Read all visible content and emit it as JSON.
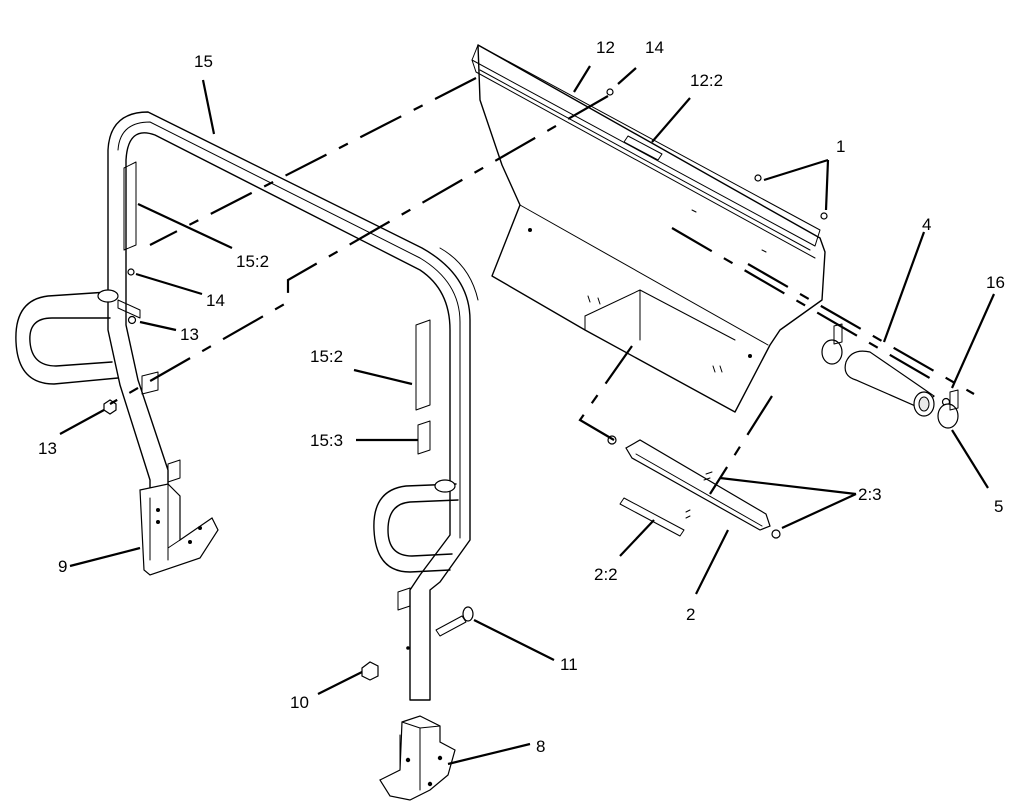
{
  "diagram": {
    "callouts": {
      "c1": "1",
      "c2": "2",
      "c2_2": "2:2",
      "c2_3": "2:3",
      "c4": "4",
      "c5": "5",
      "c8": "8",
      "c9": "9",
      "c10": "10",
      "c11": "11",
      "c12": "12",
      "c12_2": "12:2",
      "c13a": "13",
      "c13b": "13",
      "c14a": "14",
      "c14b": "14",
      "c15": "15",
      "c15_2a": "15:2",
      "c15_2b": "15:2",
      "c15_3": "15:3",
      "c16": "16"
    }
  }
}
